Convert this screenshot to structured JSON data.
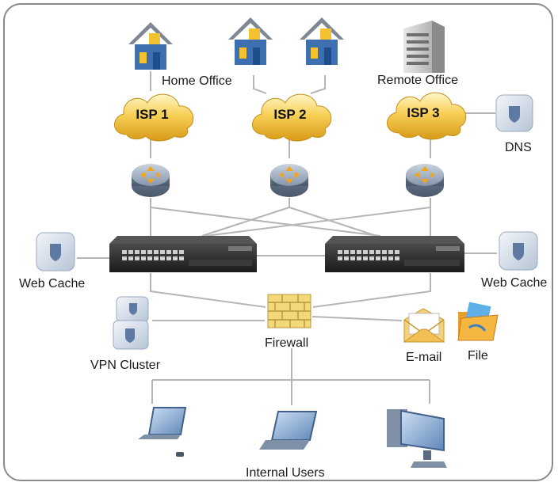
{
  "labels": {
    "home_office": "Home Office",
    "remote_office": "Remote Office",
    "isp1": "ISP 1",
    "isp2": "ISP 2",
    "isp3": "ISP 3",
    "dns": "DNS",
    "web_cache_left": "Web Cache",
    "web_cache_right": "Web Cache",
    "vpn_cluster": "VPN Cluster",
    "firewall": "Firewall",
    "email": "E-mail",
    "file": "File",
    "internal_users": "Internal Users"
  },
  "colors": {
    "house_blue": "#3e6fb0",
    "house_roof": "#7d8894",
    "house_door": "#f2c230",
    "cloud_fill": "#f7cf55",
    "router_fill": "#7f90a6",
    "arrow_orange": "#f2a51d",
    "line_gray": "#b5b5b5",
    "firewall_fill": "#f2d878"
  },
  "icons": [
    "house-icon",
    "office-building-icon",
    "cloud-icon",
    "router-icon",
    "switch-icon",
    "server-cube-icon",
    "firewall-icon",
    "envelope-icon",
    "folder-icon",
    "laptop-icon",
    "workstation-icon"
  ]
}
